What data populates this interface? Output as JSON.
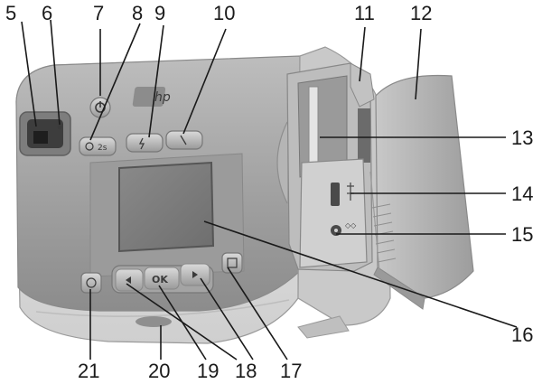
{
  "callouts": {
    "c5": "5",
    "c6": "6",
    "c7": "7",
    "c8": "8",
    "c9": "9",
    "c10": "10",
    "c11": "11",
    "c12": "12",
    "c13": "13",
    "c14": "14",
    "c15": "15",
    "c16": "16",
    "c17": "17",
    "c18": "18",
    "c19": "19",
    "c20": "20",
    "c21": "21"
  },
  "camera": {
    "logo_text": "hp",
    "ok_label": "OK",
    "timer_label": "2s"
  },
  "colors": {
    "body_light": "#cfcfcf",
    "body_mid": "#a9a9a9",
    "body_dark": "#8a8a8a",
    "screen": "#7c7c7c",
    "door": "#b8b8b8",
    "line": "#1a1a1a"
  }
}
